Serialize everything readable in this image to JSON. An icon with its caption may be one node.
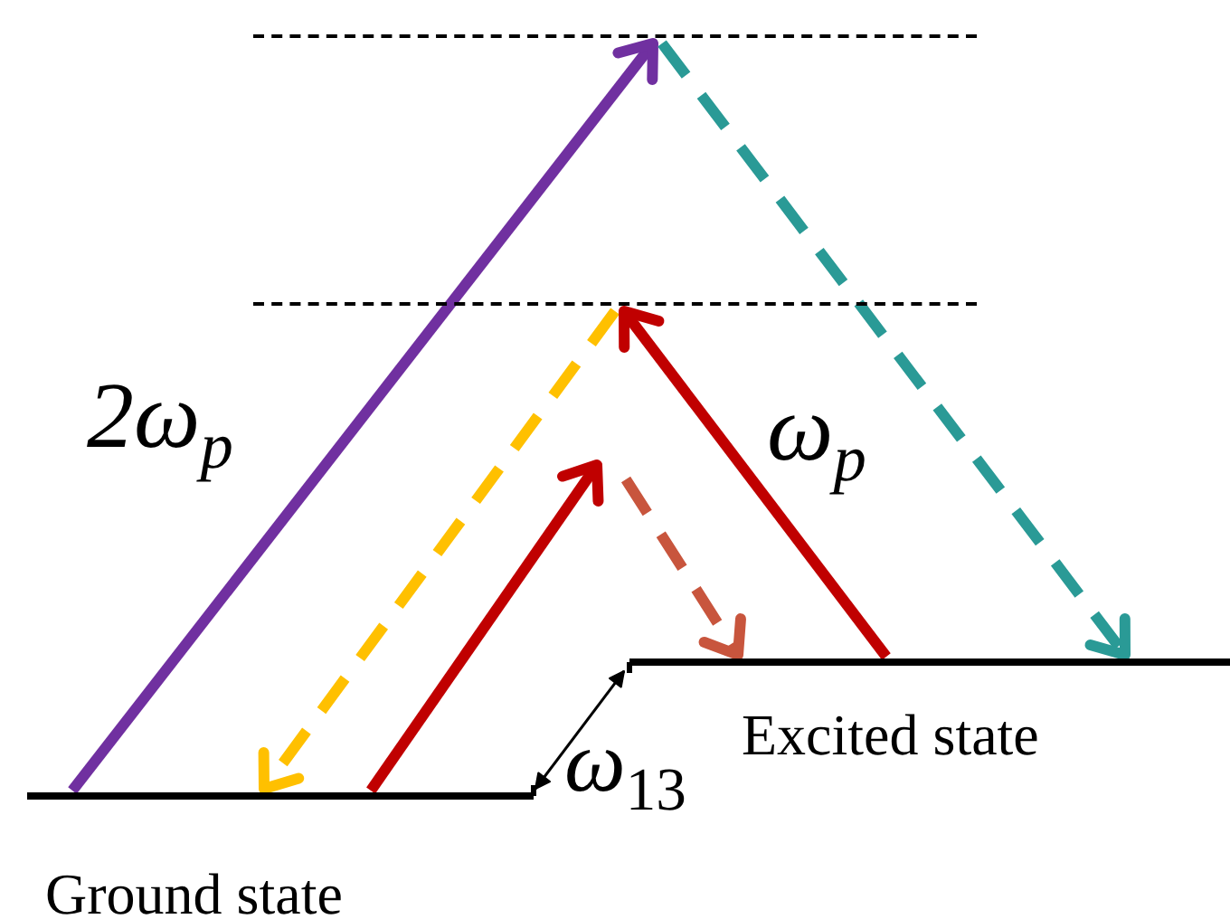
{
  "diagram": {
    "nodes": [
      {
        "text": [
          "Ground state"
        ]
      },
      {
        "text": [
          "Excited state"
        ]
      },
      {
        "text": [],
        "shape": "line"
      },
      {
        "text": [],
        "shape": "line"
      }
    ],
    "edges": [
      {
        "from": 0,
        "to": 2,
        "arrow": "to",
        "label": "2ω$_{p}$",
        "color": "#7030a0"
      },
      {
        "from": 2,
        "to": 1,
        "arrow": "to",
        "style": "dashed",
        "color": "#2a9a96"
      },
      {
        "from": 3,
        "to": 0,
        "arrow": "to",
        "style": "dashed",
        "color": "#ffc000"
      },
      {
        "from": 1,
        "to": 3,
        "arrow": "to",
        "label": "ω$_{p}$",
        "color": "#c00000"
      },
      {
        "from": 0,
        "to": null,
        "arrow": "to",
        "color": "#c00000"
      },
      {
        "from": null,
        "to": 1,
        "arrow": "to",
        "style": "dashed",
        "color": "#c8553d"
      },
      {
        "from": 0,
        "to": 1,
        "arrow": "both",
        "label": "ω$_{13}$",
        "color": "#000000"
      }
    ]
  }
}
